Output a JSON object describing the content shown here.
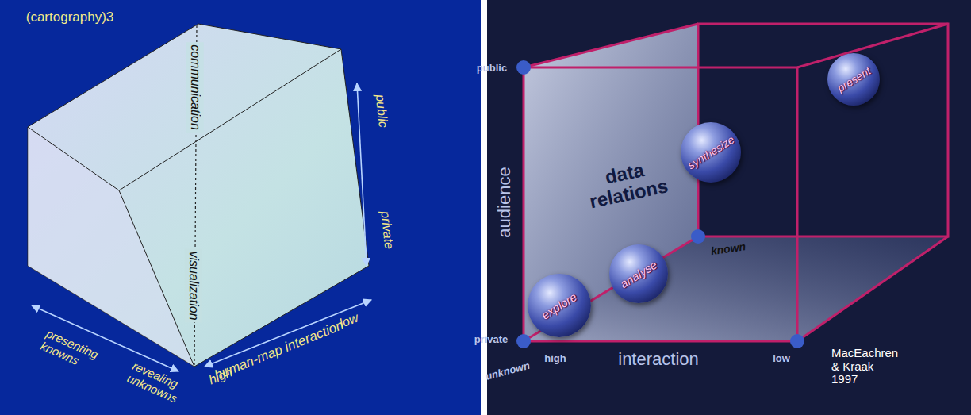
{
  "diagram": {
    "title": "(cartography)3",
    "nodes": [
      {
        "text": [
          "explore"
        ]
      },
      {
        "text": [
          "analyse"
        ]
      },
      {
        "text": [
          "synthesize"
        ]
      },
      {
        "text": [
          "present"
        ]
      }
    ],
    "labels": [
      "communication",
      "visualization",
      "public",
      "private",
      "low",
      "human-map interaction",
      "high",
      "presenting knowns",
      "revealing unknowns",
      "public",
      "private",
      "audience",
      "data relations",
      "known",
      "unknown",
      "high",
      "interaction",
      "low",
      "MacEachren & Kraak 1997"
    ]
  }
}
